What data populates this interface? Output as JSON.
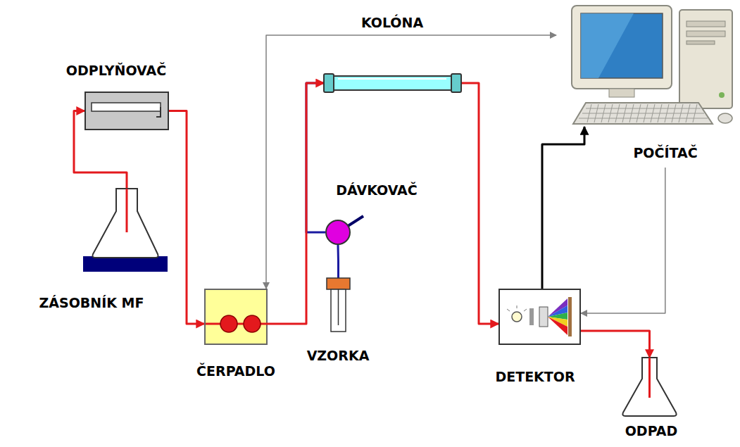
{
  "diagram": {
    "nodes": [
      {
        "text": [
          "KOLÓNA"
        ]
      },
      {
        "text": [
          "POČÍTAČ"
        ]
      },
      {
        "text": [
          "ODPLYŇOVAČ"
        ]
      },
      {
        "text": [
          "DÁVKOVAČ"
        ]
      },
      {
        "text": [
          "ZÁSOBNÍK MF"
        ]
      },
      {
        "text": [
          "ČERPADLO"
        ]
      },
      {
        "text": [
          "VZORKA"
        ]
      },
      {
        "text": [
          "DETEKTOR"
        ]
      },
      {
        "text": [
          "ODPAD"
        ]
      }
    ],
    "edges": [
      {
        "from": 6,
        "to": 3,
        "arrow": "none"
      },
      {
        "from": 3,
        "to": 0,
        "arrow": "none"
      },
      {
        "from": 4,
        "to": 2,
        "arrow": "to"
      },
      {
        "from": 2,
        "to": 5,
        "arrow": "to"
      },
      {
        "from": 5,
        "to": 0,
        "arrow": "to"
      },
      {
        "from": 0,
        "to": 7,
        "arrow": "to"
      },
      {
        "from": 7,
        "to": 8,
        "arrow": "to"
      },
      {
        "from": 7,
        "to": 1,
        "arrow": "to"
      },
      {
        "from": 1,
        "to": 5,
        "arrow": "both"
      },
      {
        "from": 1,
        "to": 7,
        "arrow": "to"
      }
    ]
  }
}
